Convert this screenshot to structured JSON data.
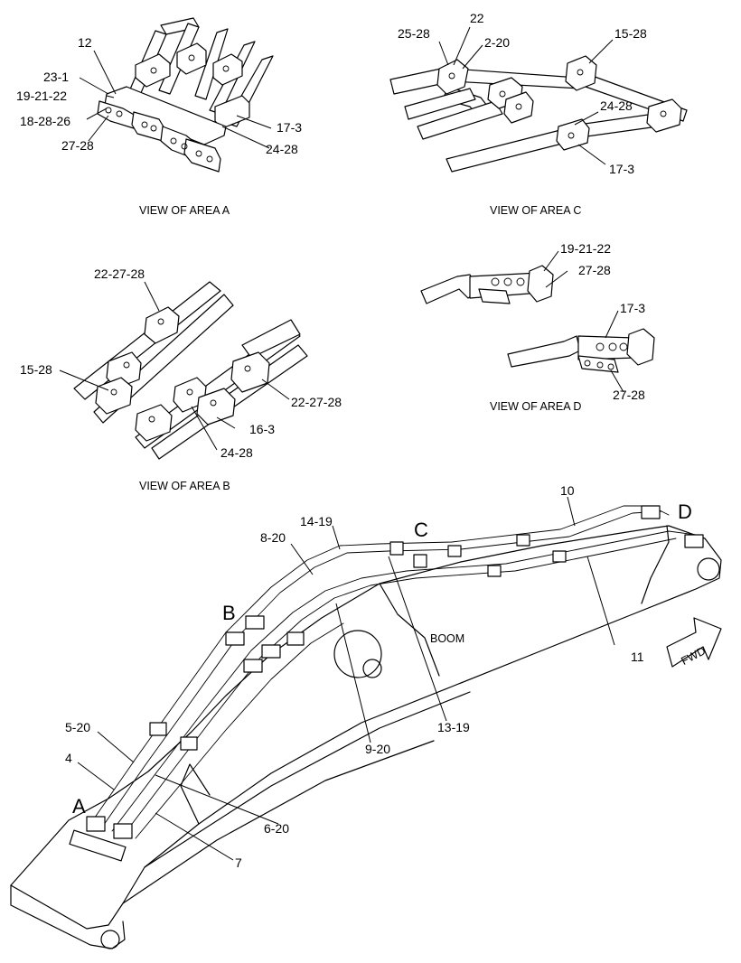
{
  "captions": {
    "view_a": "VIEW OF AREA A",
    "view_b": "VIEW OF AREA B",
    "view_c": "VIEW OF AREA C",
    "view_d": "VIEW OF AREA D"
  },
  "area_letters": {
    "a": "A",
    "b": "B",
    "c": "C",
    "d": "D"
  },
  "boom_label": "BOOM",
  "fwd_label": "FWD",
  "callouts": {
    "view_a": [
      "12",
      "23-1",
      "19-21-22",
      "18-28-26",
      "27-28",
      "17-3",
      "24-28"
    ],
    "view_c": [
      "22",
      "25-28",
      "2-20",
      "15-28",
      "24-28",
      "17-3"
    ],
    "view_b": [
      "22-27-28",
      "15-28",
      "22-27-28",
      "16-3",
      "24-28"
    ],
    "view_d": [
      "19-21-22",
      "27-28",
      "17-3",
      "27-28"
    ],
    "main": [
      "10",
      "14-19",
      "8-20",
      "11",
      "13-19",
      "9-20",
      "5-20",
      "4",
      "6-20",
      "7"
    ]
  }
}
